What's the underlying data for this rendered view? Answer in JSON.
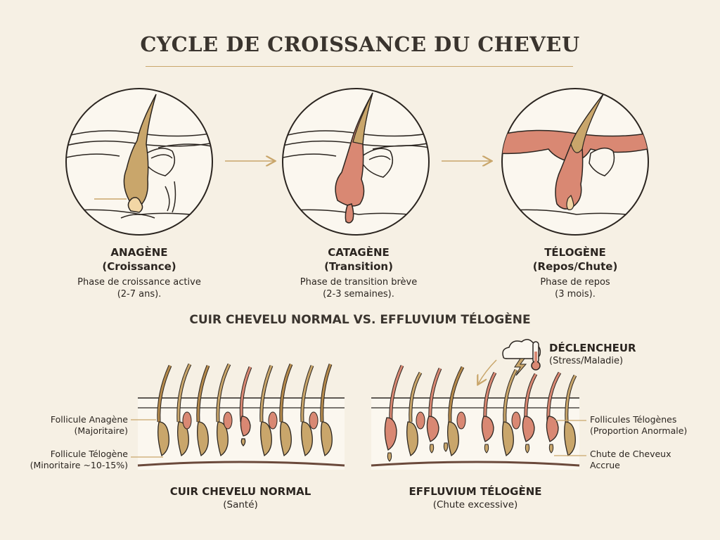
{
  "title": "CYCLE DE CROISSANCE DU CHEVEU",
  "phases": [
    {
      "name": "ANAGÈNE",
      "sub": "(Croissance)",
      "desc1": "Phase de croissance active",
      "desc2": "(2-7 ans)."
    },
    {
      "name": "CATAGÈNE",
      "sub": "(Transition)",
      "desc1": "Phase de transition brève",
      "desc2": "(2-3 semaines)."
    },
    {
      "name": "TÉLOGÈNE",
      "sub": "(Repos/Chute)",
      "desc1": "Phase de repos",
      "desc2": "(3 mois)."
    }
  ],
  "comparison": {
    "title": "CUIR CHEVELU NORMAL VS. EFFLUVIUM TÉLOGÈNE",
    "left_labels": {
      "anagen_1": "Follicule Anagène",
      "anagen_2": "(Majoritaire)",
      "telogen_1": "Follicule Télogène",
      "telogen_2": "(Minoritaire ~10-15%)"
    },
    "right_labels": {
      "telogen_1": "Follicules Télogènes",
      "telogen_2": "(Proportion Anormale)",
      "fall_1": "Chute de Cheveux",
      "fall_2": "Accrue"
    },
    "trigger": {
      "title": "DÉCLENCHEUR",
      "sub": "(Stress/Maladie)"
    },
    "normal": {
      "name": "CUIR CHEVELU NORMAL",
      "sub": "(Santé)"
    },
    "effluvium": {
      "name": "EFFLUVIUM TÉLOGÈNE",
      "sub": "(Chute excessive)"
    }
  },
  "colors": {
    "gold": "#c9a66b",
    "hair": "#b58a4c",
    "bulb": "#d98873",
    "background": "#f6f0e4",
    "ink": "#2b2520"
  },
  "icons": [
    "cloud-icon",
    "lightning-icon",
    "thermometer-icon",
    "arrow-right-icon"
  ]
}
